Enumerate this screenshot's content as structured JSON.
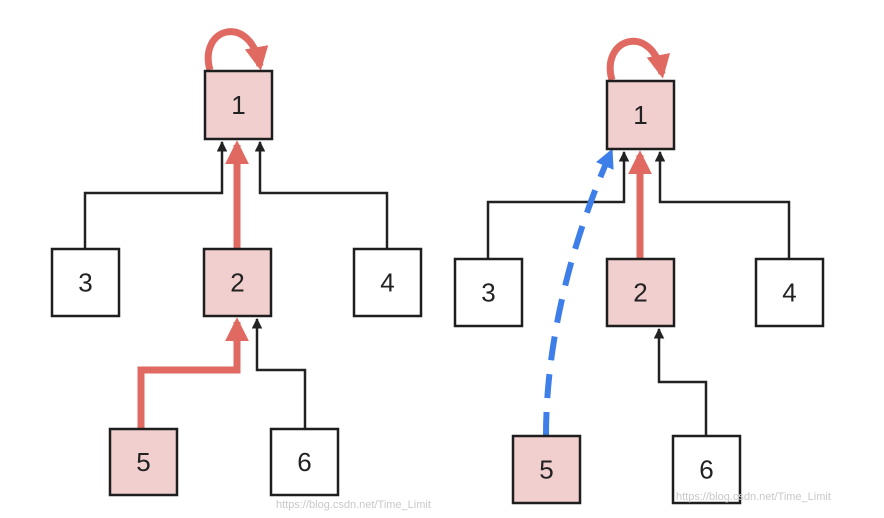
{
  "colors": {
    "highlight_fill": "#f2cfcf",
    "plain_fill": "#ffffff",
    "border": "#1e1e1e",
    "edge": "#222222",
    "path_red": "#e06a62",
    "dashed_blue": "#3d7ee8"
  },
  "left_tree": {
    "nodes": [
      {
        "id": "1",
        "label": "1",
        "highlighted": true
      },
      {
        "id": "2",
        "label": "2",
        "highlighted": true
      },
      {
        "id": "3",
        "label": "3",
        "highlighted": false
      },
      {
        "id": "4",
        "label": "4",
        "highlighted": false
      },
      {
        "id": "5",
        "label": "5",
        "highlighted": true
      },
      {
        "id": "6",
        "label": "6",
        "highlighted": false
      }
    ],
    "watermark": "https://blog.csdn.net/Time_Limit"
  },
  "right_tree": {
    "nodes": [
      {
        "id": "1",
        "label": "1",
        "highlighted": true
      },
      {
        "id": "2",
        "label": "2",
        "highlighted": true
      },
      {
        "id": "3",
        "label": "3",
        "highlighted": false
      },
      {
        "id": "4",
        "label": "4",
        "highlighted": false
      },
      {
        "id": "5",
        "label": "5",
        "highlighted": true
      },
      {
        "id": "6",
        "label": "6",
        "highlighted": false
      }
    ],
    "watermark": "https://blog.csdn.net/Time_Limit"
  }
}
